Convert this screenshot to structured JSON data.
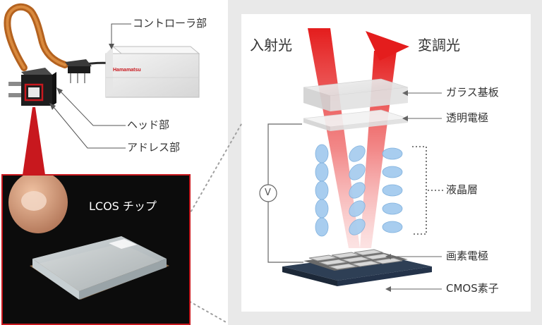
{
  "left": {
    "labels": {
      "controller": "コントローラ部",
      "head": "ヘッド部",
      "address": "アドレス部",
      "chip": "LCOS チップ"
    },
    "brand_text": "Hamamatsu"
  },
  "right": {
    "beam_in": "入射光",
    "beam_out": "変調光",
    "layers": {
      "glass": "ガラス基板",
      "transparent_electrode": "透明電極",
      "liquid_crystal": "液晶層",
      "pixel_electrode": "画素電極",
      "cmos": "CMOS素子"
    },
    "voltage_symbol": "V"
  },
  "colors": {
    "accent_red": "#c8181e",
    "beam_red": "#e02020",
    "lc_blue": "#a8cdef",
    "panel_bg": "#e9e9e9"
  }
}
